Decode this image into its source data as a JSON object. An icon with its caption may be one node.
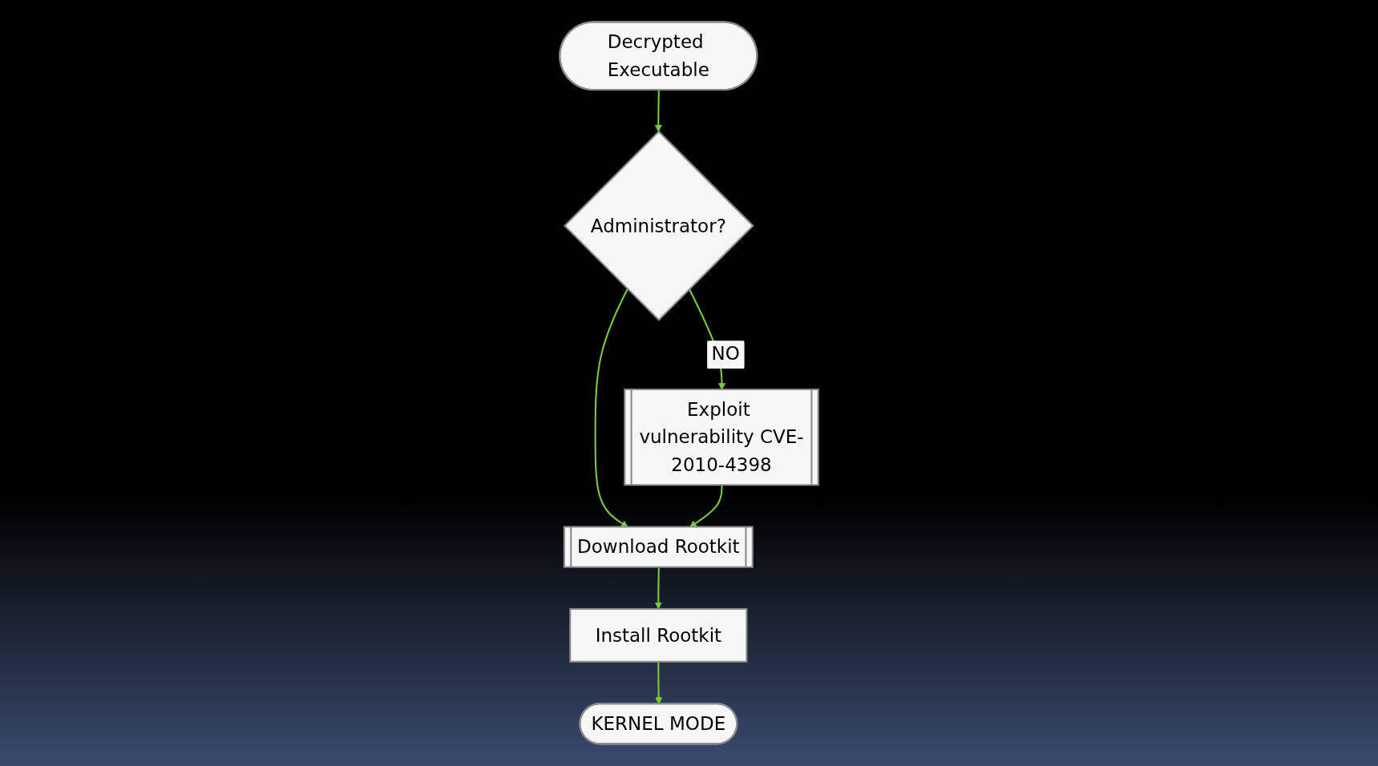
{
  "diagram": {
    "nodes": [
      {
        "text": [
          "Decrypted Executable"
        ]
      },
      {
        "text": [
          "Administrator?"
        ]
      },
      {
        "text": [
          "Exploit vulnerability CVE-2010-4398"
        ]
      },
      {
        "text": [
          "Download Rootkit"
        ]
      },
      {
        "text": [
          "Install Rootkit"
        ]
      },
      {
        "text": [
          "KERNEL MODE"
        ]
      }
    ],
    "edges": [
      {
        "from": 0,
        "to": 1,
        "arrow": "to"
      },
      {
        "from": 1,
        "to": 3,
        "arrow": "to"
      },
      {
        "from": 1,
        "to": 2,
        "label": "NO",
        "arrow": "to"
      },
      {
        "from": 2,
        "to": 3,
        "arrow": "to"
      },
      {
        "from": 3,
        "to": 4,
        "arrow": "to"
      },
      {
        "from": 4,
        "to": 5,
        "arrow": "to"
      }
    ]
  }
}
